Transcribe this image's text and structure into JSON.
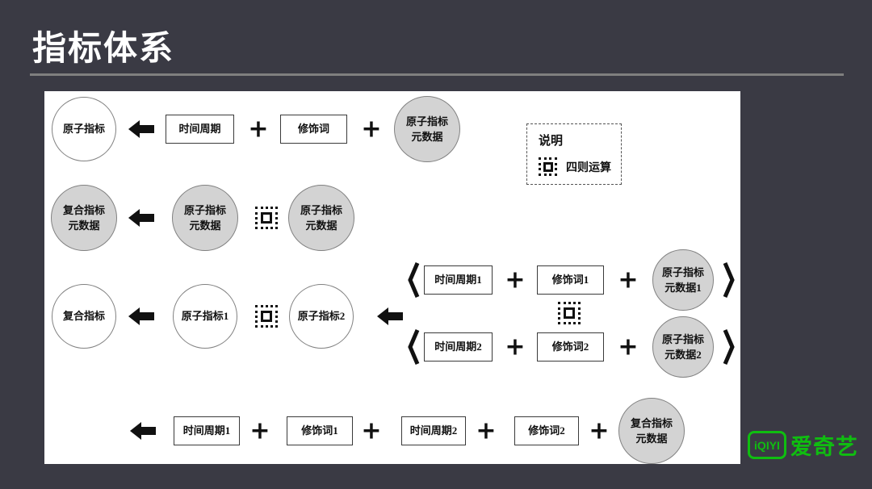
{
  "title": "指标体系",
  "colors": {
    "background": "#3a3a44",
    "canvas": "#ffffff",
    "circle_gray_fill": "#d3d3d3",
    "shape_stroke": "#818181",
    "text": "#111111",
    "brand_green": "#0fbe10"
  },
  "symbols": {
    "plus": "+"
  },
  "legend": {
    "title": "说明",
    "operator_label": "四则运算"
  },
  "row1": {
    "result": "原子指标",
    "time_period": "时间周期",
    "modifier": "修饰词",
    "atomic_meta": "原子指标\n元数据"
  },
  "row2": {
    "composite_meta": "复合指标\n元数据",
    "atomic_meta_left": "原子指标\n元数据",
    "atomic_meta_right": "原子指标\n元数据"
  },
  "row3": {
    "composite": "复合指标",
    "atomic1": "原子指标1",
    "atomic2": "原子指标2"
  },
  "group_top": {
    "time_period": "时间周期1",
    "modifier": "修饰词1",
    "atomic_meta": "原子指标\n元数据1"
  },
  "group_bottom": {
    "time_period": "时间周期2",
    "modifier": "修饰词2",
    "atomic_meta": "原子指标\n元数据2"
  },
  "row4": {
    "time_period1": "时间周期1",
    "modifier1": "修饰词1",
    "time_period2": "时间周期2",
    "modifier2": "修饰词2",
    "composite_meta": "复合指标\n元数据"
  },
  "logo": {
    "mark": "iQIYI",
    "name": "爱奇艺"
  }
}
